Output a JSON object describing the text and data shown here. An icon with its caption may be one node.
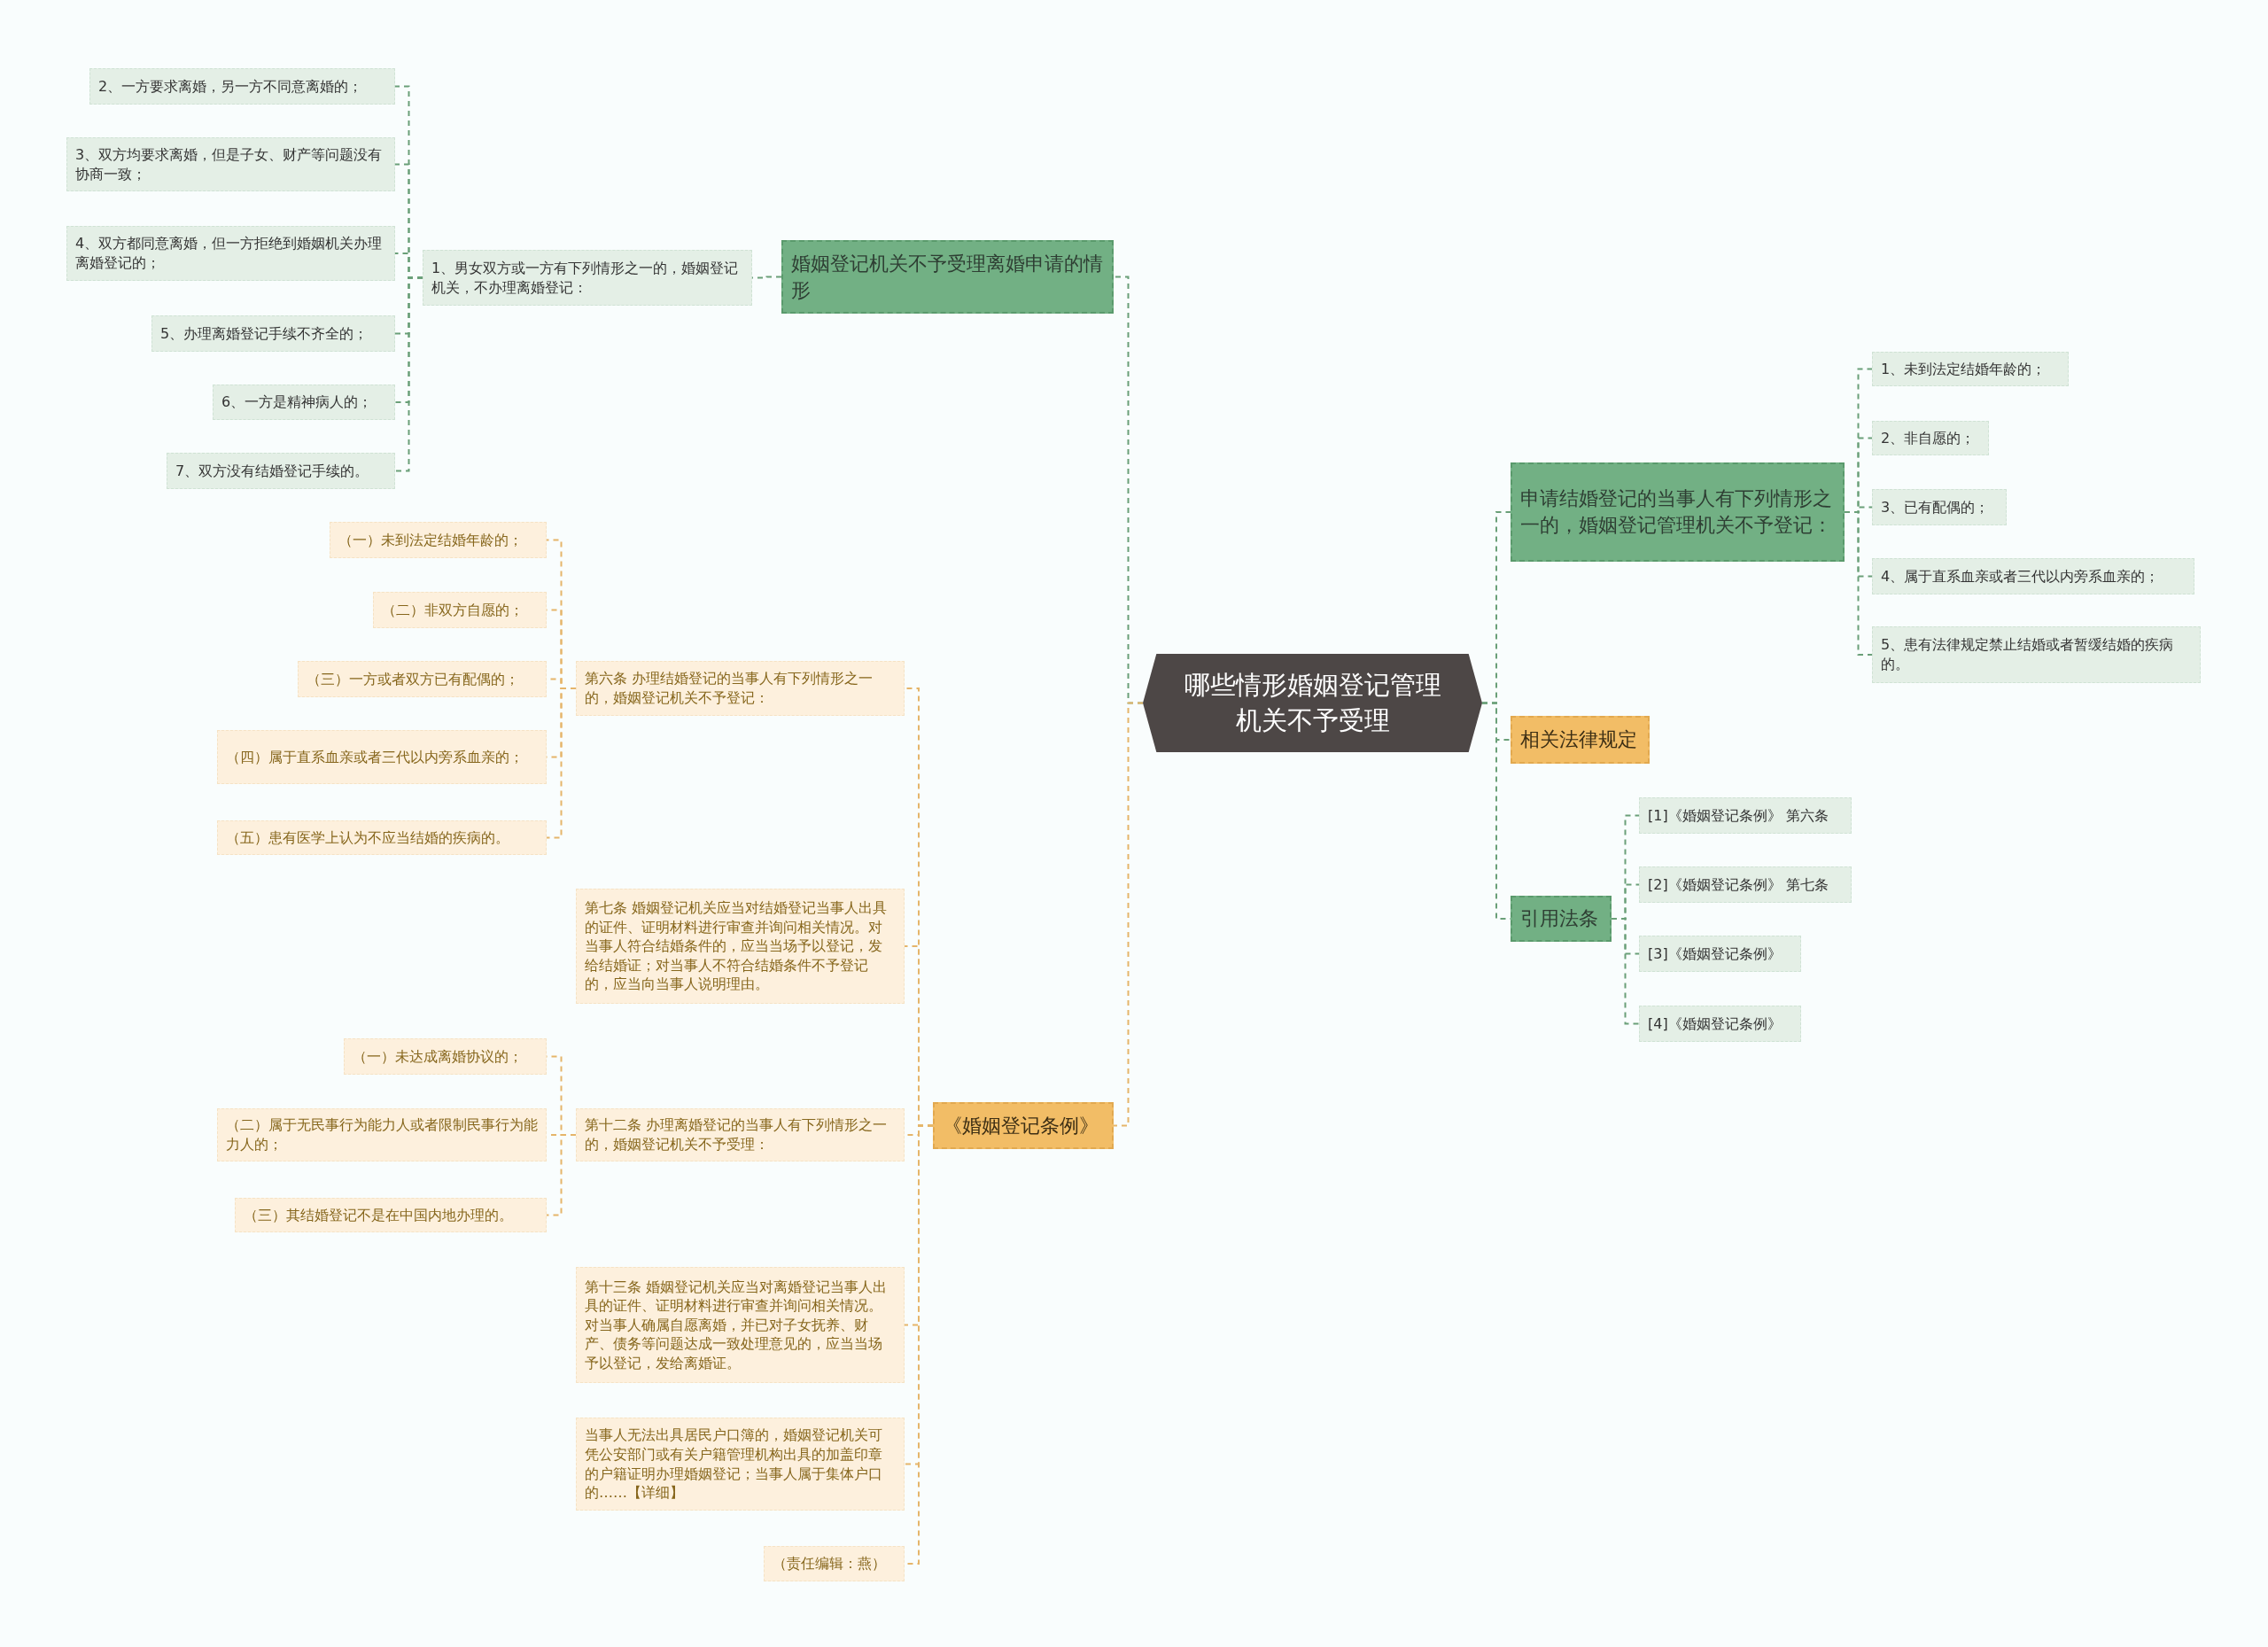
{
  "diagram": {
    "nodes": [
      {
        "text": [
          "哪些情形婚姻登记管理机关不予受理"
        ]
      },
      {
        "text": [
          "婚姻登记机关不予受理离婚申请的情形"
        ]
      },
      {
        "text": [
          "1、男女双方或一方有下列情形之一的，婚姻登记机关，不办理离婚登记："
        ]
      },
      {
        "text": [
          "2、一方要求离婚，另一方不同意离婚的；"
        ]
      },
      {
        "text": [
          "3、双方均要求离婚，但是子女、财产等问题没有协商一致；"
        ]
      },
      {
        "text": [
          "4、双方都同意离婚，但一方拒绝到婚姻机关办理离婚登记的；"
        ]
      },
      {
        "text": [
          "5、办理离婚登记手续不齐全的；"
        ]
      },
      {
        "text": [
          "6、一方是精神病人的；"
        ]
      },
      {
        "text": [
          "7、双方没有结婚登记手续的。"
        ]
      },
      {
        "text": [
          "《婚姻登记条例》"
        ]
      },
      {
        "text": [
          "第六条 办理结婚登记的当事人有下列情形之一的，婚姻登记机关不予登记："
        ]
      },
      {
        "text": [
          "（一）未到法定结婚年龄的；"
        ]
      },
      {
        "text": [
          "（二）非双方自愿的；"
        ]
      },
      {
        "text": [
          "（三）一方或者双方已有配偶的；"
        ]
      },
      {
        "text": [
          "（四）属于直系血亲或者三代以内旁系血亲的；"
        ]
      },
      {
        "text": [
          "（五）患有医学上认为不应当结婚的疾病的。"
        ]
      },
      {
        "text": [
          "第七条 婚姻登记机关应当对结婚登记当事人出具的证件、证明材料进行审查并询问相关情况。对当事人符合结婚条件的，应当当场予以登记，发给结婚证；对当事人不符合结婚条件不予登记的，应当向当事人说明理由。"
        ]
      },
      {
        "text": [
          "第十二条 办理离婚登记的当事人有下列情形之一的，婚姻登记机关不予受理："
        ]
      },
      {
        "text": [
          "（一）未达成离婚协议的；"
        ]
      },
      {
        "text": [
          "（二）属于无民事行为能力人或者限制民事行为能力人的；"
        ]
      },
      {
        "text": [
          "（三）其结婚登记不是在中国内地办理的。"
        ]
      },
      {
        "text": [
          "第十三条 婚姻登记机关应当对离婚登记当事人出具的证件、证明材料进行审查并询问相关情况。对当事人确属自愿离婚，并已对子女抚养、财产、债务等问题达成一致处理意见的，应当当场予以登记，发给离婚证。"
        ]
      },
      {
        "text": [
          "当事人无法出具居民户口簿的，婚姻登记机关可凭公安部门或有关户籍管理机构出具的加盖印章的户籍证明办理婚姻登记；当事人属于集体户口的……【详细】"
        ]
      },
      {
        "text": [
          "（责任编辑：燕）"
        ]
      },
      {
        "text": [
          "申请结婚登记的当事人有下列情形之一的，婚姻登记管理机关不予登记："
        ]
      },
      {
        "text": [
          "1、未到法定结婚年龄的；"
        ]
      },
      {
        "text": [
          "2、非自愿的；"
        ]
      },
      {
        "text": [
          "3、已有配偶的；"
        ]
      },
      {
        "text": [
          "4、属于直系血亲或者三代以内旁系血亲的；"
        ]
      },
      {
        "text": [
          "5、患有法律规定禁止结婚或者暂缓结婚的疾病的。"
        ]
      },
      {
        "text": [
          "相关法律规定"
        ]
      },
      {
        "text": [
          "引用法条"
        ]
      },
      {
        "text": [
          "[1]《婚姻登记条例》 第六条"
        ]
      },
      {
        "text": [
          "[2]《婚姻登记条例》 第七条"
        ]
      },
      {
        "text": [
          "[3]《婚姻登记条例》"
        ]
      },
      {
        "text": [
          "[4]《婚姻登记条例》"
        ]
      }
    ],
    "edges": [
      {
        "from": 0,
        "to": 1,
        "arrow": "none",
        "style": "dashed"
      },
      {
        "from": 1,
        "to": 2,
        "arrow": "none",
        "style": "dashed"
      },
      {
        "from": 2,
        "to": 3,
        "arrow": "none",
        "style": "dashed"
      },
      {
        "from": 2,
        "to": 4,
        "arrow": "none",
        "style": "dashed"
      },
      {
        "from": 2,
        "to": 5,
        "arrow": "none",
        "style": "dashed"
      },
      {
        "from": 2,
        "to": 6,
        "arrow": "none",
        "style": "dashed"
      },
      {
        "from": 2,
        "to": 7,
        "arrow": "none",
        "style": "dashed"
      },
      {
        "from": 2,
        "to": 8,
        "arrow": "none",
        "style": "dashed"
      },
      {
        "from": 0,
        "to": 9,
        "arrow": "none",
        "style": "dashed",
        "color": "#e5b56a"
      },
      {
        "from": 9,
        "to": 10,
        "arrow": "none",
        "style": "dashed",
        "color": "#e5b56a"
      },
      {
        "from": 10,
        "to": 11,
        "arrow": "none",
        "style": "dashed",
        "color": "#e5b56a"
      },
      {
        "from": 10,
        "to": 12,
        "arrow": "none",
        "style": "dashed",
        "color": "#e5b56a"
      },
      {
        "from": 10,
        "to": 13,
        "arrow": "none",
        "style": "dashed",
        "color": "#e5b56a"
      },
      {
        "from": 10,
        "to": 14,
        "arrow": "none",
        "style": "dashed",
        "color": "#e5b56a"
      },
      {
        "from": 10,
        "to": 15,
        "arrow": "none",
        "style": "dashed",
        "color": "#e5b56a"
      },
      {
        "from": 9,
        "to": 16,
        "arrow": "none",
        "style": "dashed",
        "color": "#e5b56a"
      },
      {
        "from": 9,
        "to": 17,
        "arrow": "none",
        "style": "dashed",
        "color": "#e5b56a"
      },
      {
        "from": 17,
        "to": 18,
        "arrow": "none",
        "style": "dashed",
        "color": "#e5b56a"
      },
      {
        "from": 17,
        "to": 19,
        "arrow": "none",
        "style": "dashed",
        "color": "#e5b56a"
      },
      {
        "from": 17,
        "to": 20,
        "arrow": "none",
        "style": "dashed",
        "color": "#e5b56a"
      },
      {
        "from": 9,
        "to": 21,
        "arrow": "none",
        "style": "dashed",
        "color": "#e5b56a"
      },
      {
        "from": 9,
        "to": 22,
        "arrow": "none",
        "style": "dashed",
        "color": "#e5b56a"
      },
      {
        "from": 9,
        "to": 23,
        "arrow": "none",
        "style": "dashed",
        "color": "#e5b56a"
      },
      {
        "from": 0,
        "to": 24,
        "arrow": "none",
        "style": "dashed"
      },
      {
        "from": 24,
        "to": 25,
        "arrow": "none",
        "style": "dashed"
      },
      {
        "from": 24,
        "to": 26,
        "arrow": "none",
        "style": "dashed"
      },
      {
        "from": 24,
        "to": 27,
        "arrow": "none",
        "style": "dashed"
      },
      {
        "from": 24,
        "to": 28,
        "arrow": "none",
        "style": "dashed"
      },
      {
        "from": 24,
        "to": 29,
        "arrow": "none",
        "style": "dashed"
      },
      {
        "from": 0,
        "to": 30,
        "arrow": "none",
        "style": "dashed"
      },
      {
        "from": 0,
        "to": 31,
        "arrow": "none",
        "style": "dashed"
      },
      {
        "from": 31,
        "to": 32,
        "arrow": "none",
        "style": "dashed"
      },
      {
        "from": 31,
        "to": 33,
        "arrow": "none",
        "style": "dashed"
      },
      {
        "from": 31,
        "to": 34,
        "arrow": "none",
        "style": "dashed"
      },
      {
        "from": 31,
        "to": 35,
        "arrow": "none",
        "style": "dashed"
      }
    ]
  }
}
